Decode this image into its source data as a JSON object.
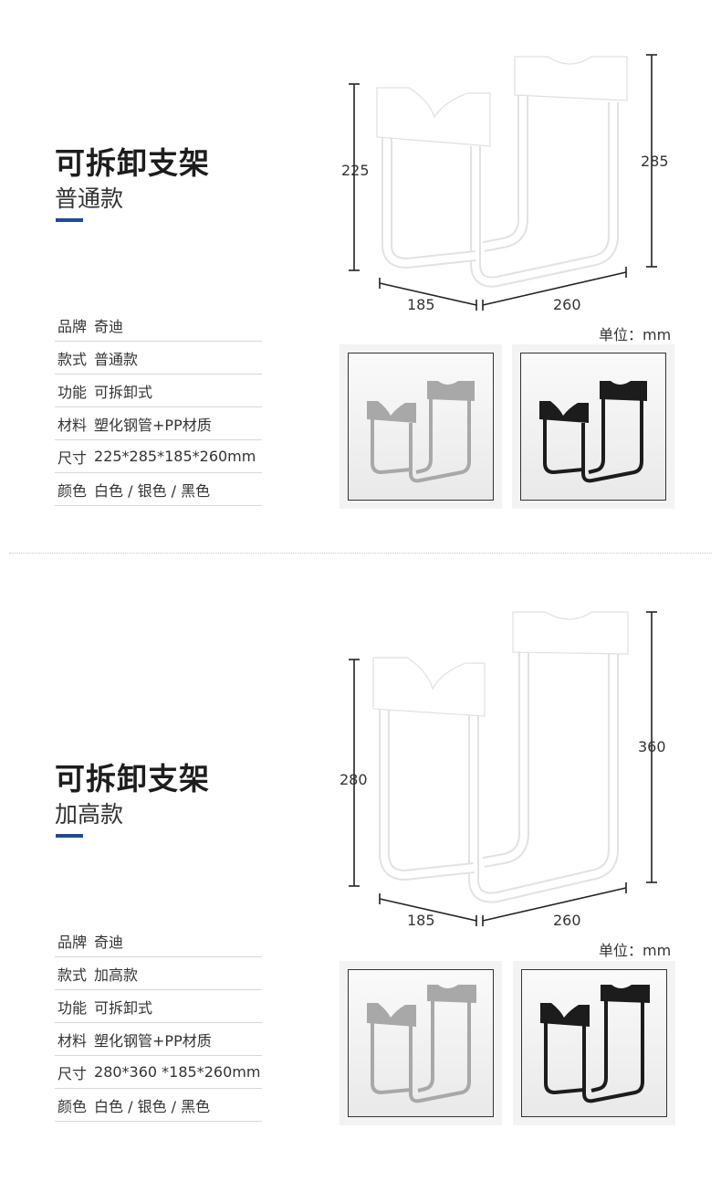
{
  "sections": [
    {
      "title": "可拆卸支架",
      "subtitle": "普通款",
      "dims": {
        "left_height": "225",
        "right_height": "285",
        "depth_left": "185",
        "depth_right": "260"
      },
      "unit": "单位：mm",
      "specs": [
        {
          "key": "品牌",
          "value": "奇迪"
        },
        {
          "key": "款式",
          "value": "普通款"
        },
        {
          "key": "功能",
          "value": "可拆卸式"
        },
        {
          "key": "材料",
          "value": "塑化钢管+PP材质"
        },
        {
          "key": "尺寸",
          "value": "225*285*185*260mm"
        },
        {
          "key": "颜色",
          "value": "白色 / 银色 / 黑色"
        }
      ],
      "photos": [
        {
          "color_name": "silver",
          "color": "#a8a8a8"
        },
        {
          "color_name": "black",
          "color": "#1c1c1c"
        }
      ]
    },
    {
      "title": "可拆卸支架",
      "subtitle": "加高款",
      "dims": {
        "left_height": "280",
        "right_height": "360",
        "depth_left": "185",
        "depth_right": "260"
      },
      "unit": "单位：mm",
      "specs": [
        {
          "key": "品牌",
          "value": "奇迪"
        },
        {
          "key": "款式",
          "value": "加高款"
        },
        {
          "key": "功能",
          "value": "可拆卸式"
        },
        {
          "key": "材料",
          "value": "塑化钢管+PP材质"
        },
        {
          "key": "尺寸",
          "value": "280*360 *185*260mm"
        },
        {
          "key": "颜色",
          "value": "白色 / 银色 / 黑色"
        }
      ],
      "photos": [
        {
          "color_name": "silver",
          "color": "#a8a8a8"
        },
        {
          "color_name": "black",
          "color": "#1c1c1c"
        }
      ]
    }
  ],
  "theme": {
    "accent": "#1e4b94"
  }
}
